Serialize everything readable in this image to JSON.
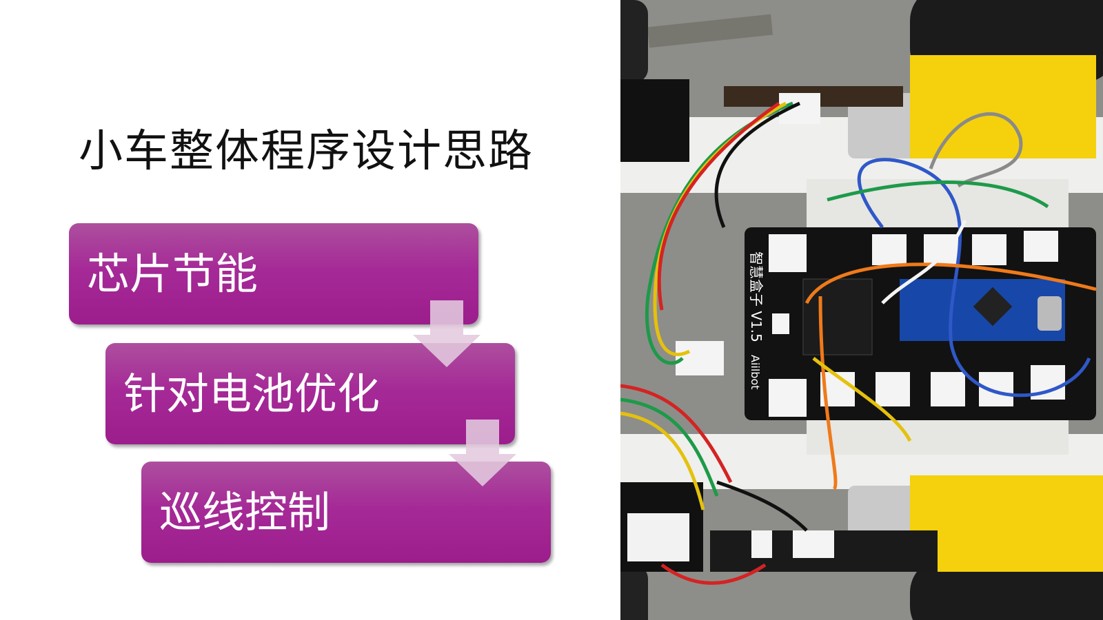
{
  "slide": {
    "title": "小车整体程序设计思路",
    "steps": [
      {
        "label": "芯片节能"
      },
      {
        "label": "针对电池优化"
      },
      {
        "label": "巡线控制"
      }
    ],
    "colors": {
      "step_fill": "#a52a97",
      "arrow": "#e2c9de"
    }
  },
  "photo": {
    "board_label": "智慧盒子 V1.5",
    "brand": "Aiilbot"
  }
}
